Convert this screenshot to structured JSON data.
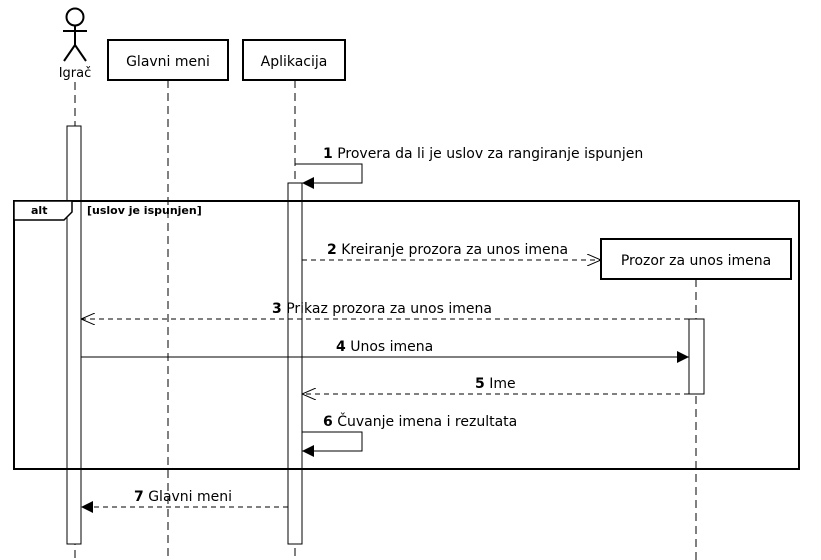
{
  "participants": {
    "actor": "Igrač",
    "menu": "Glavni meni",
    "app": "Aplikacija",
    "window": "Prozor za unos imena"
  },
  "fragment": {
    "operator": "alt",
    "guard": "[uslov je ispunjen]"
  },
  "messages": [
    {
      "num": "1",
      "text": "Provera da li je uslov za rangiranje ispunjen"
    },
    {
      "num": "2",
      "text": "Kreiranje prozora za unos imena"
    },
    {
      "num": "3",
      "text": "Prikaz prozora za unos imena"
    },
    {
      "num": "4",
      "text": "Unos imena"
    },
    {
      "num": "5",
      "text": "Ime"
    },
    {
      "num": "6",
      "text": "Čuvanje imena i rezultata"
    },
    {
      "num": "7",
      "text": "Glavni meni"
    }
  ]
}
